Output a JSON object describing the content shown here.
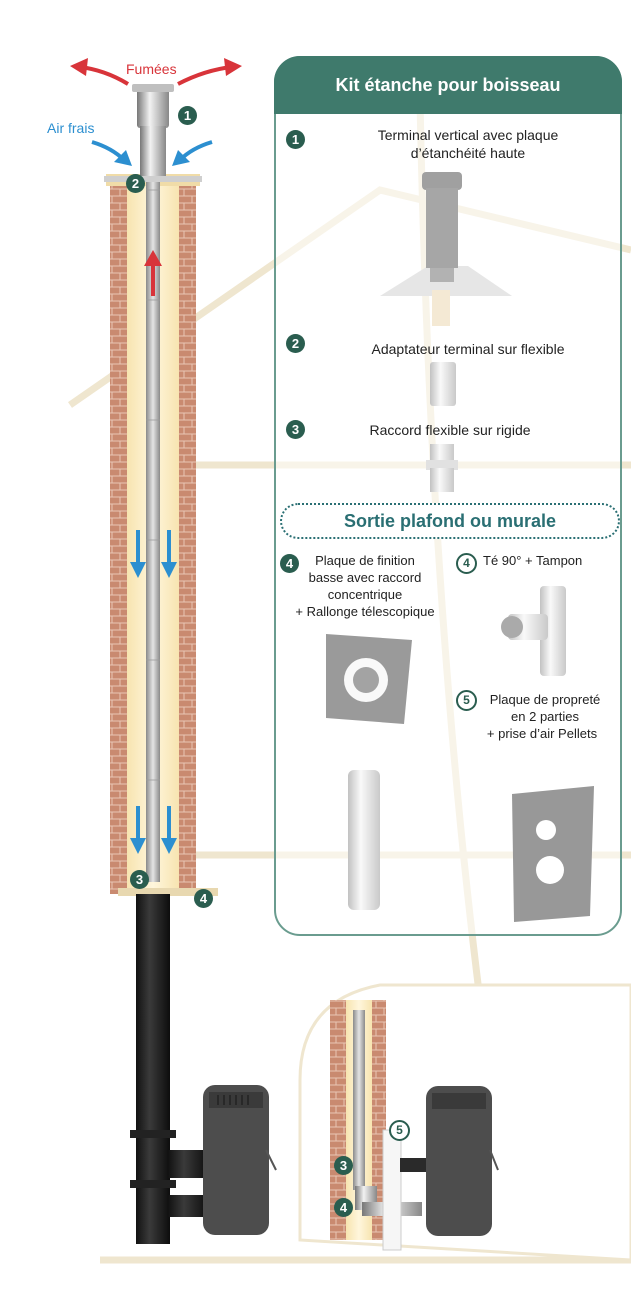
{
  "arrows_top": {
    "fumees": "Fumées",
    "air_frais": "Air frais"
  },
  "panel": {
    "title": "Kit étanche pour boisseau",
    "items": [
      {
        "num": "1",
        "label_l1": "Terminal vertical avec plaque",
        "label_l2": "d’étanchéité haute"
      },
      {
        "num": "2",
        "label": "Adaptateur terminal sur flexible"
      },
      {
        "num": "3",
        "label": "Raccord flexible sur rigide"
      }
    ],
    "sortie": "Sortie plafond ou murale",
    "item4": {
      "num": "4",
      "l1": "Plaque de finition",
      "l2": "basse avec raccord",
      "l3": "concentrique",
      "l4": "+ Rallonge télescopique"
    },
    "item5te": {
      "num": "4",
      "label": "Té 90° + Tampon"
    },
    "item5": {
      "num": "5",
      "l1": "Plaque de propreté",
      "l2": "en 2 parties",
      "l3": "+ prise d’air Pellets"
    }
  },
  "markers": {
    "m1": "1",
    "m2": "2",
    "m3": "3",
    "m4": "4",
    "inset3": "3",
    "inset4": "4",
    "inset5": "5"
  },
  "colors": {
    "brand_green": "#3f7a6c",
    "smoke_red": "#d8343a",
    "air_blue": "#2c8fd0",
    "brick": "#c98a70"
  }
}
